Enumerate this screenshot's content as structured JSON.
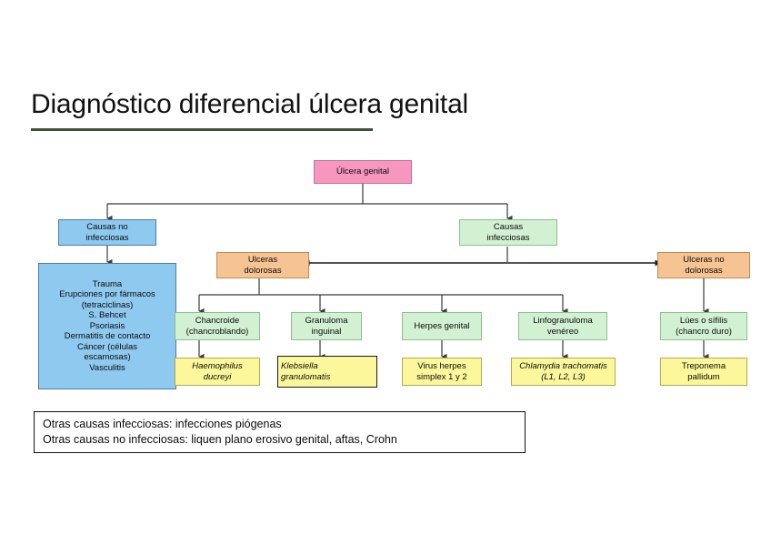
{
  "title": {
    "text": "Diagnóstico diferencial úlcera genital",
    "rule_color": "#3d5232"
  },
  "palette": {
    "pink": "#f797c0",
    "blue": "#8ec9f0",
    "green": "#d2f0d2",
    "orange": "#f6c492",
    "yellow": "#fbf79a",
    "connector": "#3a3a3a",
    "note_border": "#111111"
  },
  "flowchart": {
    "root": {
      "label": "Úlcera genital",
      "color": "pink"
    },
    "branches": {
      "non_infectious": {
        "label": "Causas no\ninfecciosas",
        "color": "blue"
      },
      "infectious": {
        "label": "Causas\ninfecciosas",
        "color": "green"
      }
    },
    "non_infectious_list": {
      "color": "blue",
      "items": [
        "Trauma",
        "Erupciones por fármacos",
        "(tetraciclinas)",
        "S. Behcet",
        "Psoriasis",
        "Dermatitis de contacto",
        "Cáncer (células",
        "escamosas)",
        "Vasculitis"
      ]
    },
    "ulcer_types": {
      "painful": {
        "label": "Ulceras\ndolorosas",
        "color": "orange"
      },
      "painless": {
        "label": "Ulceras no\ndolorosas",
        "color": "orange"
      }
    },
    "diseases": [
      {
        "label": "Chancroide\n(chancroblando)",
        "color": "green",
        "pathogen": {
          "label": "Haemophilus\nducreyi",
          "color": "yellow",
          "italic": true,
          "align": "center",
          "emphasis": false
        }
      },
      {
        "label": "Granuloma\ninguinal",
        "color": "green",
        "pathogen": {
          "label": "Klebsiella\ngranulomatis",
          "color": "yellow",
          "italic": true,
          "align": "left",
          "emphasis": true
        }
      },
      {
        "label": "Herpes genital",
        "color": "green",
        "pathogen": {
          "label": "Virus herpes\nsimplex 1 y 2",
          "color": "yellow",
          "italic": false,
          "align": "center",
          "emphasis": false
        }
      },
      {
        "label": "Linfogranuloma\nvenéreo",
        "color": "green",
        "pathogen": {
          "label": "Chlamydia trachomatis\n(L1, L2, L3)",
          "color": "yellow",
          "italic": true,
          "align": "center",
          "emphasis": false
        }
      },
      {
        "label": "Lúes o sífilis\n(chancro duro)",
        "color": "green",
        "pathogen": {
          "label": "Treponema\npallidum",
          "color": "yellow",
          "italic": false,
          "align": "center",
          "emphasis": false
        }
      }
    ]
  },
  "note": {
    "line1": "Otras causas infecciosas:  infecciones   piógenas",
    "line2": "Otras causas no infecciosas: liquen plano erosivo genital, aftas, Crohn"
  }
}
